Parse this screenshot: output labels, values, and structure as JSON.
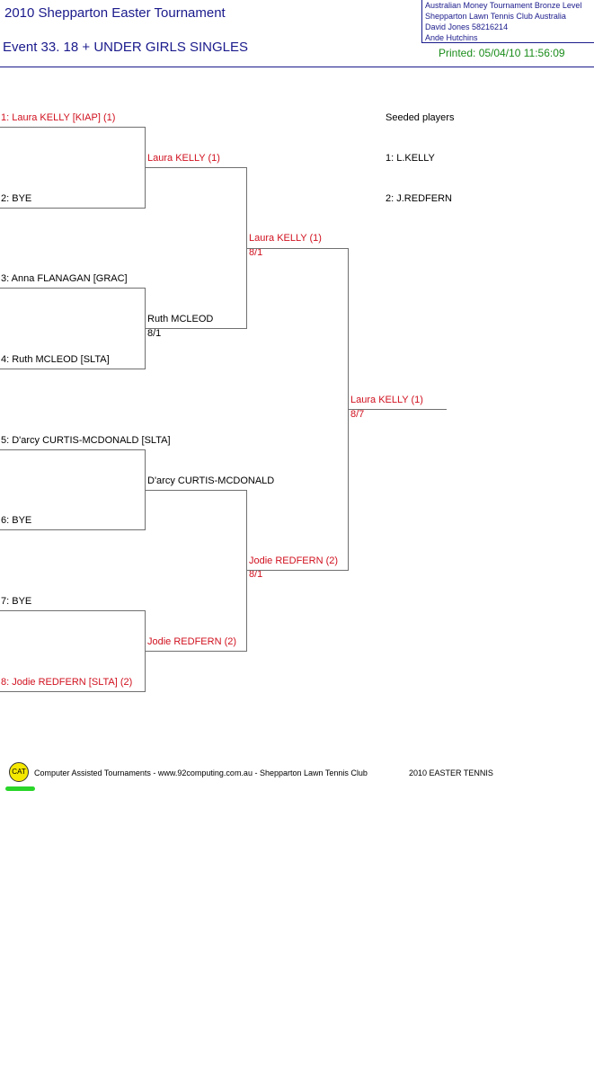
{
  "header": {
    "title": "2010 Shepparton Easter Tournament",
    "event": "Event 33. 18 + UNDER GIRLS SINGLES",
    "info_lines": [
      "Australian Money Tournament Bronze Level",
      "Shepparton Lawn Tennis Club    Australia",
      "David Jones    58216214",
      "Ande Hutchins"
    ],
    "printed": "Printed: 05/04/10 11:56:09"
  },
  "colors": {
    "title": "#1a1a8c",
    "winner": "#d0101e",
    "printed": "#1a8c1a",
    "line": "#707070"
  },
  "draw": {
    "round1": [
      {
        "label": "1: Laura KELLY [KIAP] (1)",
        "seed": true
      },
      {
        "label": "2: BYE",
        "seed": false
      },
      {
        "label": "3: Anna FLANAGAN [GRAC]",
        "seed": false
      },
      {
        "label": "4: Ruth MCLEOD [SLTA]",
        "seed": false
      },
      {
        "label": "5: D'arcy CURTIS-MCDONALD [SLTA]",
        "seed": false
      },
      {
        "label": "6: BYE",
        "seed": false
      },
      {
        "label": "7: BYE",
        "seed": false
      },
      {
        "label": "8: Jodie REDFERN [SLTA] (2)",
        "seed": true
      }
    ],
    "round2": [
      {
        "label": "Laura KELLY (1)",
        "score": "",
        "seed": true
      },
      {
        "label": "Ruth MCLEOD",
        "score": "8/1",
        "seed": false
      },
      {
        "label": "D'arcy CURTIS-MCDONALD",
        "score": "",
        "seed": false
      },
      {
        "label": "Jodie REDFERN (2)",
        "score": "",
        "seed": true
      }
    ],
    "round3": [
      {
        "label": "Laura KELLY (1)",
        "score": "8/1",
        "seed": true
      },
      {
        "label": "Jodie REDFERN (2)",
        "score": "8/1",
        "seed": true
      }
    ],
    "final": {
      "label": "Laura KELLY (1)",
      "score": "8/7",
      "seed": true
    }
  },
  "seeded": {
    "heading": "Seeded players",
    "players": [
      "1: L.KELLY",
      "2: J.REDFERN"
    ]
  },
  "footer": {
    "badge": "CAT",
    "text": "Computer Assisted Tournaments - www.92computing.com.au -  Shepparton Lawn Tennis Club",
    "right": "2010 EASTER TENNIS"
  }
}
